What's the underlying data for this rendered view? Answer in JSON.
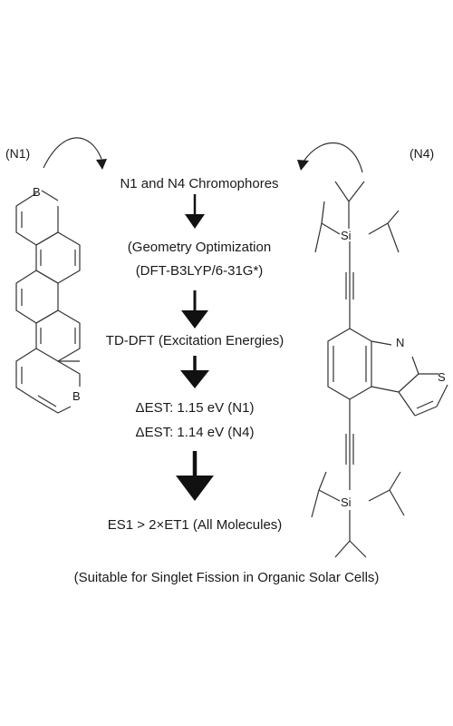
{
  "labels": {
    "n1": "(N1)",
    "n4": "(N4)"
  },
  "steps": {
    "s1": "N1 and N4 Chromophores",
    "s2a": "(Geometry Optimization",
    "s2b": "(DFT-B3LYP/6-31G*)",
    "s3": "TD-DFT (Excitation Energies)",
    "s4a": "ΔEST: 1.15 eV (N1)",
    "s4b": "ΔEST: 1.14 eV (N4)",
    "s5": "ES1 > 2×ET1  (All Molecules)"
  },
  "footer": "(Suitable for Singlet Fission in Organic Solar Cells)",
  "atoms": {
    "boron": "B",
    "silicon": "Si",
    "nitrogen": "N",
    "sulfur": "S"
  },
  "colors": {
    "ink": "#1a1a1a",
    "line": "#333333"
  }
}
